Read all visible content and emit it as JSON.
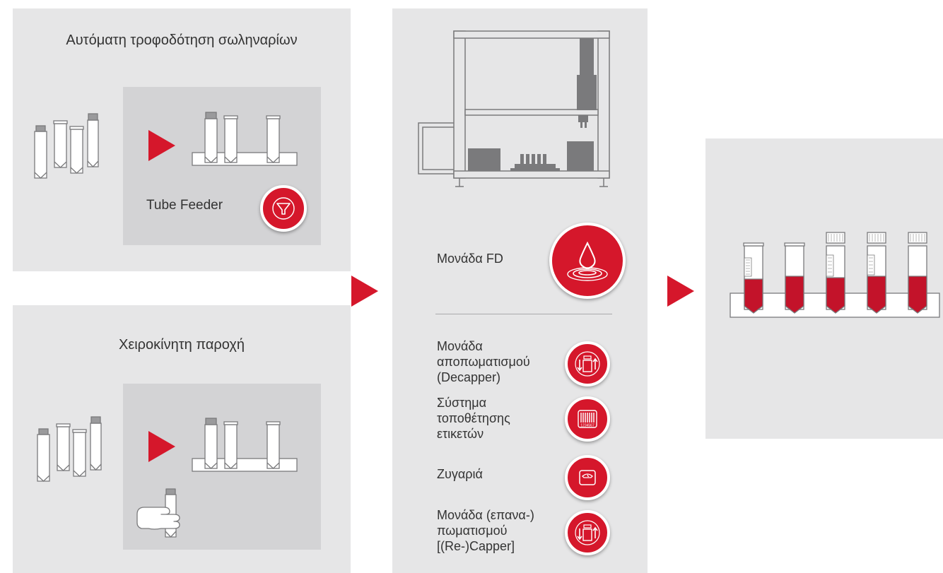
{
  "auto_feed": {
    "title": "Αυτόματη τροφοδότηση σωληναρίων",
    "feeder_label": "Tube Feeder",
    "icon": "funnel-icon"
  },
  "manual_feed": {
    "title": "Χειροκίνητη παροχή",
    "icon": "hand-holding-tube-icon"
  },
  "modules": {
    "fd_unit": "Μονάδα FD",
    "decapper_line1": "Μονάδα",
    "decapper_line2": "αποπωματισμού",
    "decapper_line3": "(Decapper)",
    "labeler_line1": "Σύστημα",
    "labeler_line2": "τοποθέτησης",
    "labeler_line3": "ετικετών",
    "balance": "Ζυγαριά",
    "recapper_line1": "Μονάδα (επανα-)",
    "recapper_line2": "πωματισμού",
    "recapper_line3": "[(Re-)Capper]",
    "barcode_digits": "1234567",
    "icons": [
      "droplet-icon",
      "decapper-icon",
      "barcode-icon",
      "scale-icon",
      "recapper-icon"
    ]
  },
  "colors": {
    "accent": "#d5172b",
    "panel": "#e6e6e7",
    "inner_panel": "#d3d3d5",
    "line": "#7a7a7c",
    "sample_fill": "#c3132a"
  }
}
